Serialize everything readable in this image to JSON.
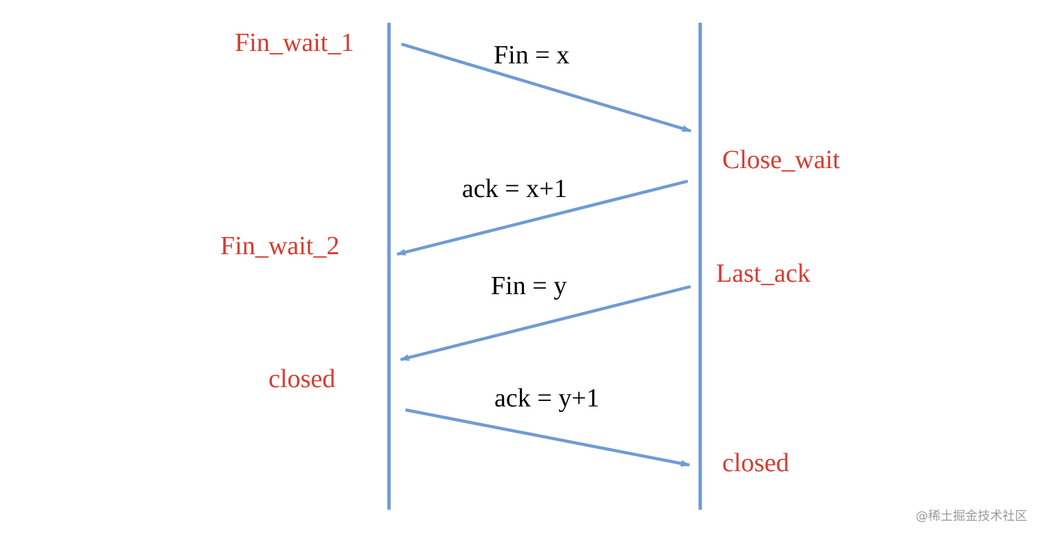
{
  "colors": {
    "lifeline": "#6f9bd4",
    "arrow": "#6f9bd4",
    "state_text": "#d93a2e",
    "message_text": "#000000",
    "watermark": "#8a8a8a"
  },
  "states": {
    "fin_wait_1": "Fin_wait_1",
    "close_wait": "Close_wait",
    "fin_wait_2": "Fin_wait_2",
    "last_ack": "Last_ack",
    "closed_left": "closed",
    "closed_right": "closed"
  },
  "messages": {
    "fin_x": "Fin = x",
    "ack_x1": "ack = x+1",
    "fin_y": "Fin = y",
    "ack_y1": "ack = y+1"
  },
  "watermark": "@稀土掘金技术社区"
}
